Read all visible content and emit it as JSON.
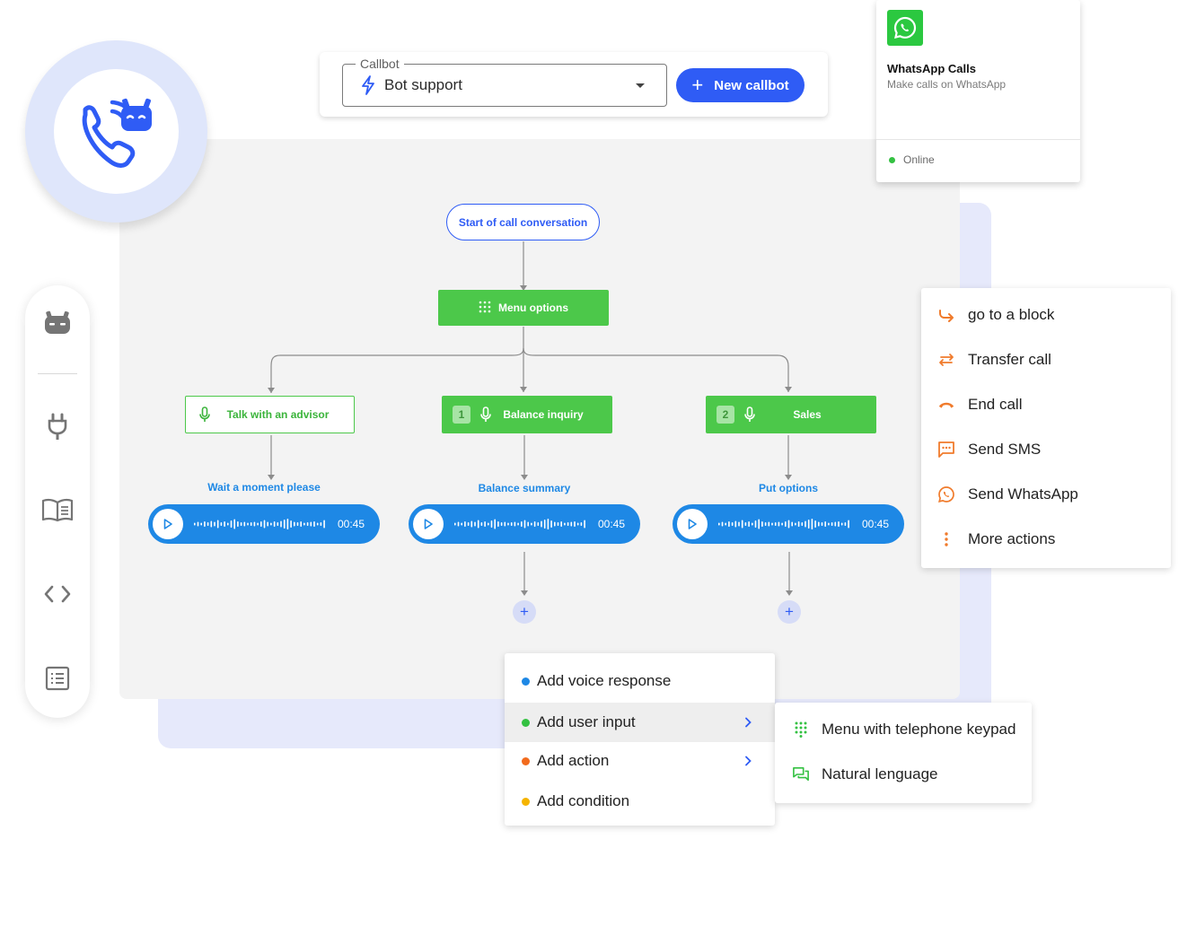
{
  "header": {
    "select_label": "Callbot",
    "select_value": "Bot support",
    "new_button_label": "New callbot"
  },
  "whatsapp_card": {
    "title": "WhatsApp Calls",
    "subtitle": "Make calls on WhatsApp",
    "status": "Online",
    "status_color": "#34c142"
  },
  "sidebar": {
    "items": [
      {
        "icon": "bot-icon"
      },
      {
        "icon": "plug-icon"
      },
      {
        "icon": "book-icon"
      },
      {
        "icon": "code-icon"
      },
      {
        "icon": "list-icon"
      }
    ]
  },
  "flow": {
    "start_label": "Start of call conversation",
    "menu_label": "Menu options",
    "options": [
      {
        "label": "Talk with an advisor",
        "badge": ""
      },
      {
        "label": "Balance inquiry",
        "badge": "1"
      },
      {
        "label": "Sales",
        "badge": "2"
      }
    ],
    "audio": [
      {
        "title": "Wait a moment please",
        "duration": "00:45"
      },
      {
        "title": "Balance summary",
        "duration": "00:45"
      },
      {
        "title": "Put options",
        "duration": "00:45"
      }
    ],
    "add_symbol": "+"
  },
  "actions_menu": {
    "items": [
      {
        "label": "go to a block",
        "icon": "redirect-arrow-icon"
      },
      {
        "label": "Transfer call",
        "icon": "transfer-arrows-icon"
      },
      {
        "label": "End call",
        "icon": "hang-up-icon"
      },
      {
        "label": "Send SMS",
        "icon": "sms-icon"
      },
      {
        "label": "Send WhatsApp",
        "icon": "whatsapp-icon"
      },
      {
        "label": "More actions",
        "icon": "more-vertical-icon"
      }
    ],
    "icon_color": "#f07b2c"
  },
  "add_menu": {
    "items": [
      {
        "label": "Add voice response",
        "color": "#1e88e5"
      },
      {
        "label": "Add user input",
        "color": "#34c142"
      },
      {
        "label": "Add action",
        "color": "#f26b1d"
      },
      {
        "label": "Add condition",
        "color": "#f5b400"
      }
    ]
  },
  "submenu": {
    "items": [
      {
        "label": "Menu with telephone keypad",
        "icon": "keypad-icon"
      },
      {
        "label": "Natural lenguage",
        "icon": "chat-bubbles-icon"
      }
    ]
  },
  "colors": {
    "brand_blue": "#2f5cf5",
    "node_green": "#4cc84a",
    "audio_blue": "#1e88e5"
  }
}
